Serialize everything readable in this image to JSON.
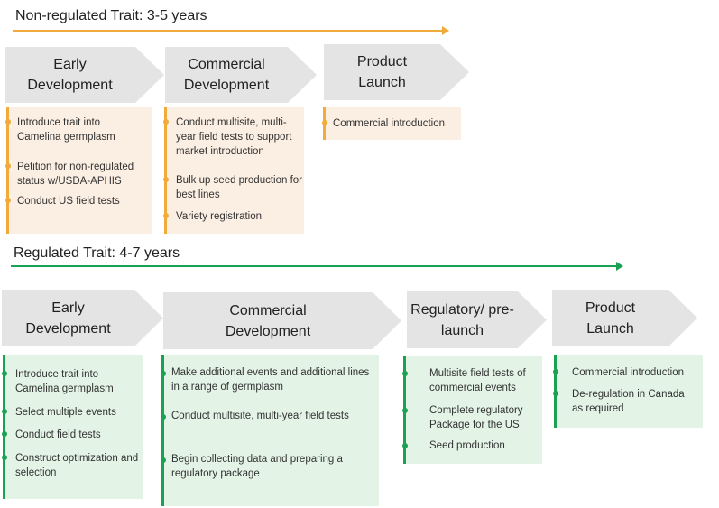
{
  "nonregulated": {
    "title": "Non-regulated Trait: 3-5 years",
    "arrow_color": "#f0ab3b",
    "stages": [
      {
        "label": "Early Development",
        "items": [
          "Introduce trait into Camelina germplasm",
          "Petition for non-regulated status  w/USDA-APHIS",
          "Conduct US field tests"
        ]
      },
      {
        "label": "Commercial Development",
        "items": [
          "Conduct multisite, multi-year field tests to support market introduction",
          "Bulk up seed production for best lines",
          "Variety registration"
        ]
      },
      {
        "label": "Product Launch",
        "items": [
          "Commercial introduction"
        ]
      }
    ]
  },
  "regulated": {
    "title": "Regulated Trait: 4-7 years",
    "arrow_color": "#1aa152",
    "stages": [
      {
        "label": "Early Development",
        "items": [
          "Introduce trait into Camelina germplasm",
          "Select multiple events",
          "Conduct field tests",
          "Construct optimization and selection"
        ]
      },
      {
        "label": "Commercial Development",
        "items": [
          "Make additional events and additional lines in a range  of germplasm",
          "Conduct multisite, multi-year field tests",
          "Begin collecting data and preparing a regulatory package"
        ]
      },
      {
        "label": "Regulatory/ pre-launch",
        "items": [
          "Multisite field tests of commercial events",
          "Complete regulatory Package for the US",
          "Seed production"
        ]
      },
      {
        "label": "Product Launch",
        "items": [
          "Commercial introduction",
          "De-regulation in Canada as required"
        ]
      }
    ]
  }
}
